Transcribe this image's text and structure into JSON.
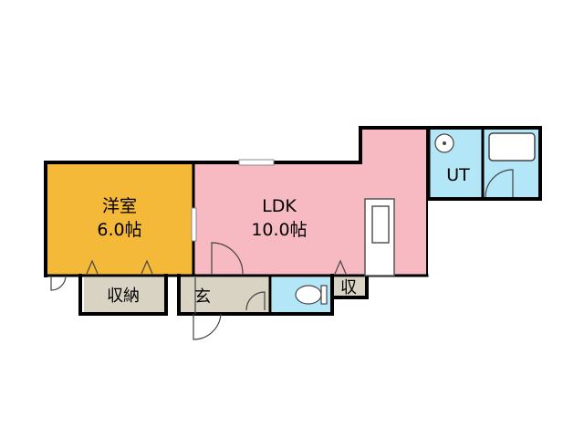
{
  "rooms": {
    "western": {
      "name": "洋室",
      "size": "6.0帖"
    },
    "ldk": {
      "name": "LDK",
      "size": "10.0帖"
    },
    "unit_bath": {
      "name": "UT"
    },
    "closet": {
      "name": "収納"
    },
    "entrance": {
      "name": "玄"
    },
    "small_storage": {
      "name": "収"
    }
  },
  "colors": {
    "western": "#f5b93a",
    "ldk": "#f7b9c2",
    "wet": "#b3e6f7",
    "storage": "#d8d3c3",
    "wall": "#000000"
  }
}
